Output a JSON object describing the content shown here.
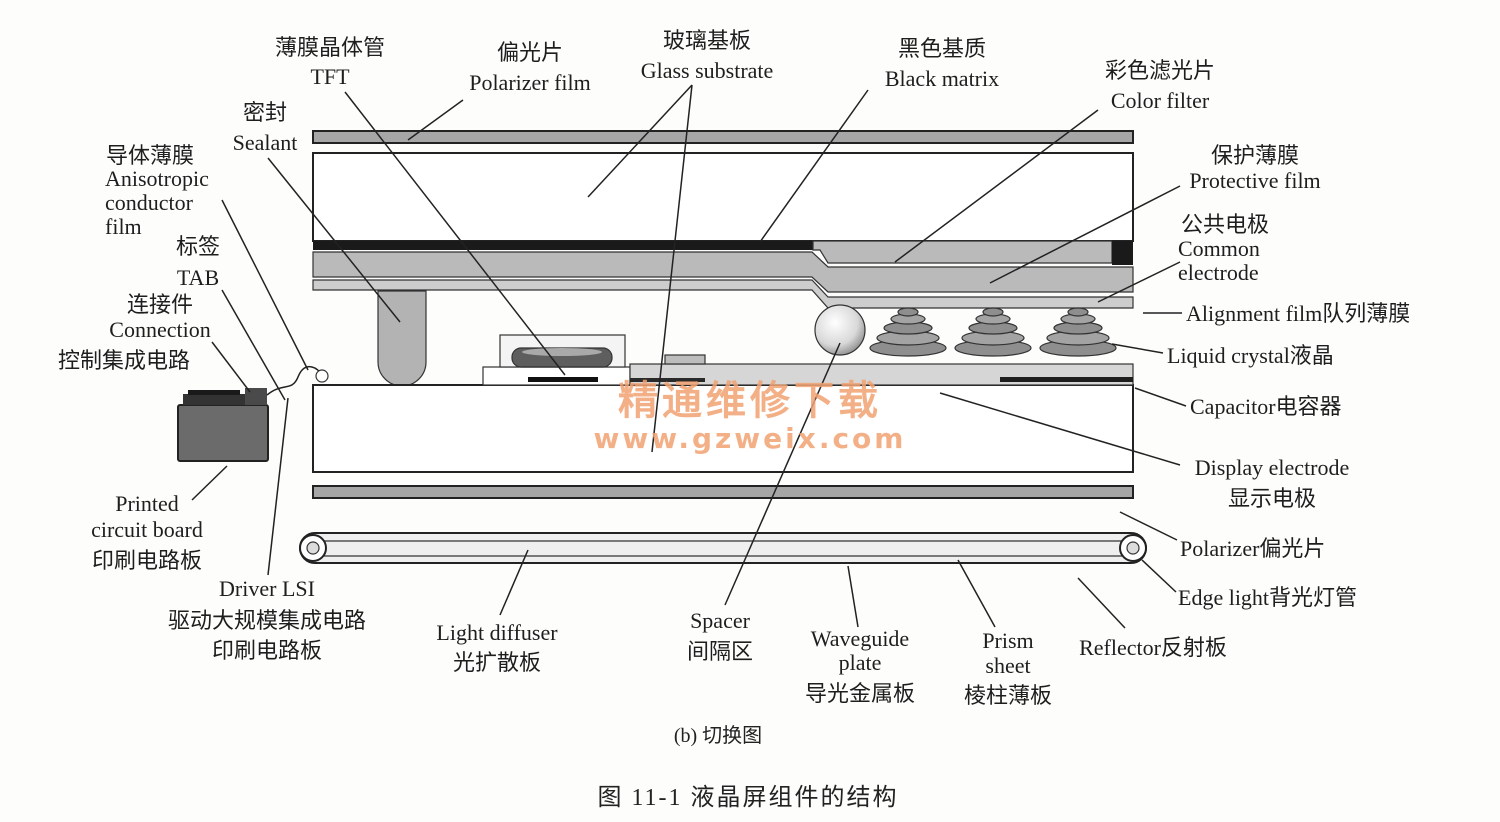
{
  "labels": {
    "tft": {
      "zh": "薄膜晶体管",
      "en": "TFT"
    },
    "polarizer_film": {
      "zh": "偏光片",
      "en": "Polarizer film"
    },
    "glass_substrate": {
      "zh": "玻璃基板",
      "en": "Glass substrate"
    },
    "black_matrix": {
      "zh": "黑色基质",
      "en": "Black matrix"
    },
    "color_filter": {
      "zh": "彩色滤光片",
      "en": "Color filter"
    },
    "sealant": {
      "zh": "密封",
      "en": "Sealant"
    },
    "anisotropic": {
      "zh": "导体薄膜",
      "en": [
        "Anisotropic",
        "conductor",
        "film"
      ]
    },
    "protective_film": {
      "zh": "保护薄膜",
      "en": "Protective film"
    },
    "tab": {
      "zh": "标签",
      "en": "TAB"
    },
    "common_electrode": {
      "zh": "公共电极",
      "en": [
        "Common",
        "electrode"
      ]
    },
    "connection": {
      "zh": "连接件",
      "en": "Connection"
    },
    "alignment_film": "Alignment film队列薄膜",
    "control_ic": "控制集成电路",
    "liquid_crystal": "Liquid crystal液晶",
    "capacitor": "Capacitor电容器",
    "display_electrode": {
      "en": "Display electrode",
      "zh": "显示电极"
    },
    "printed_circuit_board": {
      "en": [
        "Printed",
        "circuit board"
      ],
      "zh": "印刷电路板"
    },
    "polarizer_bottom": "Polarizer偏光片",
    "driver_lsi": {
      "en": "Driver LSI",
      "zh": [
        "驱动大规模集成电路",
        "印刷电路板"
      ]
    },
    "edge_light": "Edge light背光灯管",
    "light_diffuser": {
      "en": "Light diffuser",
      "zh": "光扩散板"
    },
    "spacer": {
      "en": "Spacer",
      "zh": "间隔区"
    },
    "waveguide_plate": {
      "en": [
        "Waveguide",
        "plate"
      ],
      "zh": "导光金属板"
    },
    "prism_sheet": {
      "en": [
        "Prism",
        "sheet"
      ],
      "zh": "棱柱薄板"
    },
    "reflector": "Reflector反射板"
  },
  "caption": {
    "panel": "(b) 切换图",
    "figure": "图 11-1  液晶屏组件的结构"
  },
  "watermark": {
    "name": "精通维修下载",
    "url": "www.gzweix.com"
  },
  "colors": {
    "polarizer": "#a6a6a6",
    "film": "#bababa",
    "alignment": "#cdcdcd",
    "black_matrix": "#1a1a1a",
    "pcb": "#6b6b6b",
    "chip": "#333333",
    "liquid_crystal": "#8e8e8e",
    "watermark": "#f2a272"
  }
}
